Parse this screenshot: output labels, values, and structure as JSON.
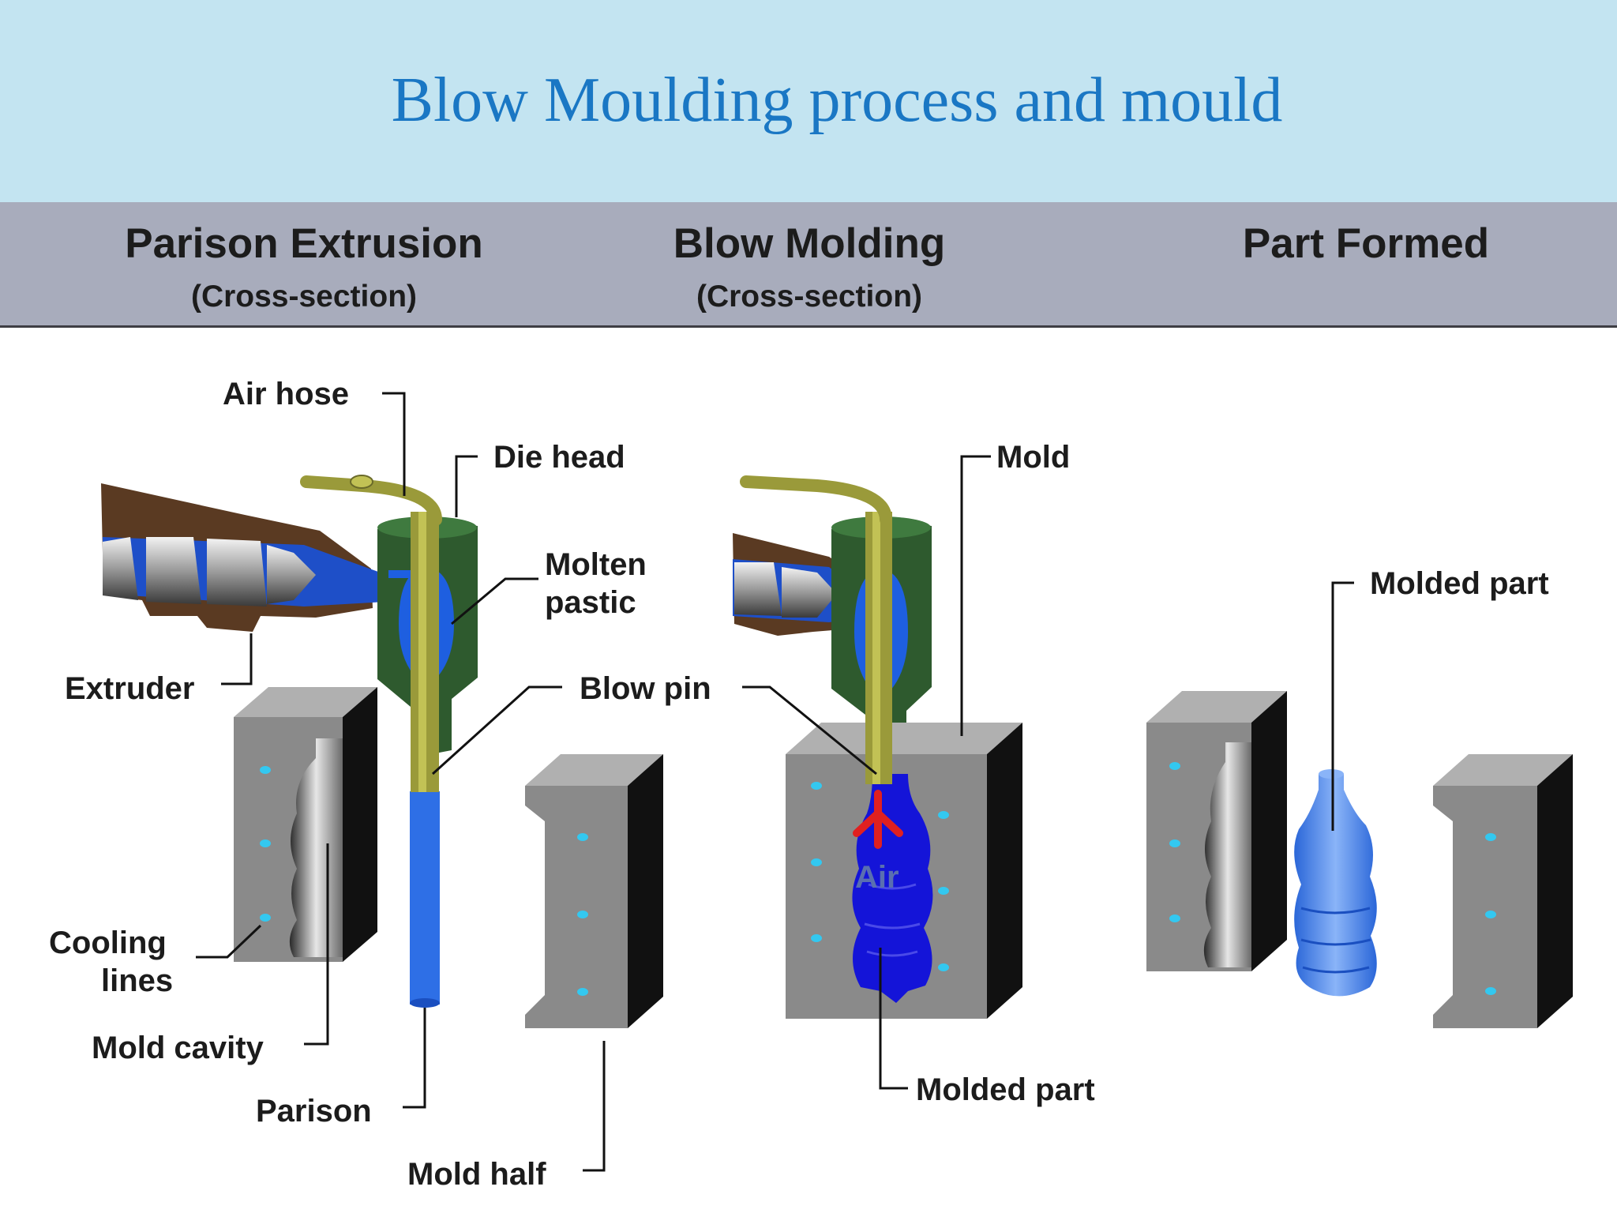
{
  "slide": {
    "title": "Blow Moulding process and mould"
  },
  "columns": [
    {
      "title": "Parison Extrusion",
      "subtitle": "(Cross-section)"
    },
    {
      "title": "Blow Molding",
      "subtitle": "(Cross-section)"
    },
    {
      "title": "Part Formed",
      "subtitle": ""
    }
  ],
  "labels": {
    "air_hose": "Air hose",
    "die_head": "Die head",
    "molten_plastic_line1": "Molten",
    "molten_plastic_line2": "pastic",
    "extruder": "Extruder",
    "blow_pin": "Blow pin",
    "cooling_lines_line1": "Cooling",
    "cooling_lines_line2": "lines",
    "mold_cavity": "Mold cavity",
    "parison": "Parison",
    "mold_half": "Mold half",
    "mold": "Mold",
    "air": "Air",
    "molded_part_center": "Molded part",
    "molded_part_right": "Molded part"
  },
  "colors": {
    "title_band": "#c3e4f1",
    "title_text": "#1a77c4",
    "header_band": "#a8acbc",
    "extruder_brown": "#5a3a22",
    "die_green": "#2e5a2e",
    "plastic_blue": "#1e5fe0",
    "mold_gray": "#8a8a8a",
    "hose_olive": "#9a9a3a",
    "air_arrow_red": "#e02020"
  }
}
